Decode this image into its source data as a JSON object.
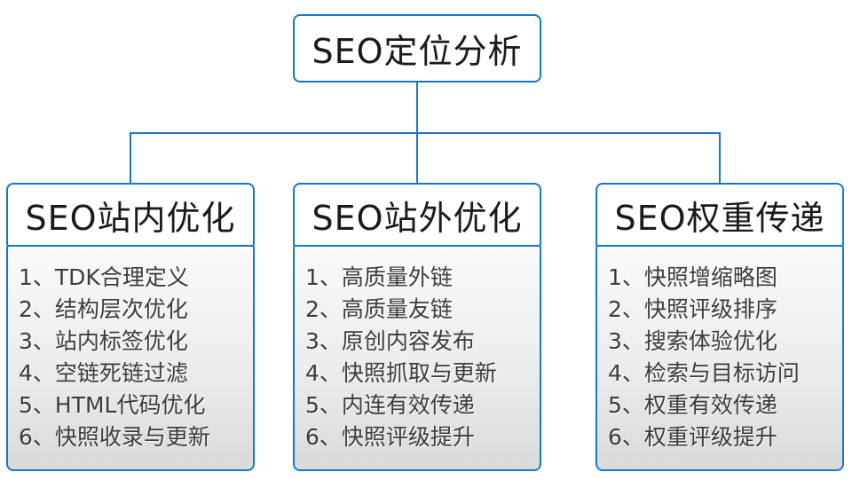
{
  "diagram": {
    "root": {
      "label": "SEO定位分析"
    },
    "branches": [
      {
        "header": "SEO站内优化",
        "items": [
          "1、TDK合理定义",
          "2、结构层次优化",
          "3、站内标签优化",
          "4、空链死链过滤",
          "5、HTML代码优化",
          "6、快照收录与更新"
        ]
      },
      {
        "header": "SEO站外优化",
        "items": [
          "1、高质量外链",
          "2、高质量友链",
          "3、原创内容发布",
          "4、快照抓取与更新",
          "5、内连有效传递",
          "6、快照评级提升"
        ]
      },
      {
        "header": "SEO权重传递",
        "items": [
          "1、快照增缩略图",
          "2、快照评级排序",
          "3、搜索体验优化",
          "4、检索与目标访问",
          "5、权重有效传递",
          "6、权重评级提升"
        ]
      }
    ],
    "colors": {
      "line": "#1777c8",
      "header_text": "#1a1a1a",
      "item_text": "#3c3c3c",
      "list_gradient_top": "#fafafa",
      "list_gradient_bottom": "#dadada"
    }
  }
}
